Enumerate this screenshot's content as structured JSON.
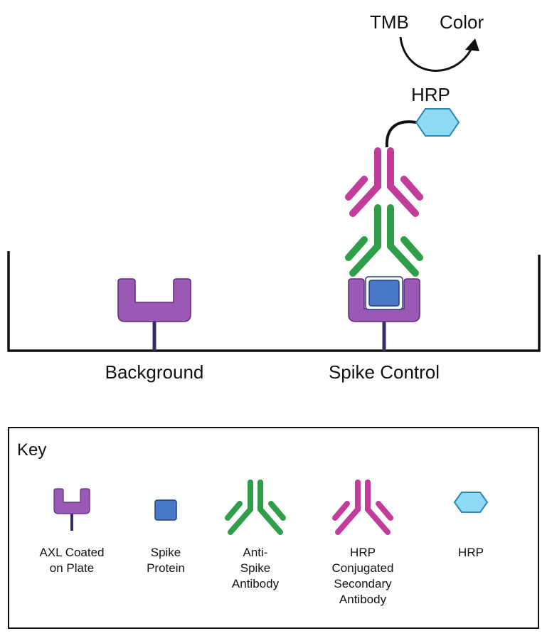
{
  "top_labels": {
    "tmb": "TMB",
    "color": "Color",
    "hrp": "HRP"
  },
  "wells": {
    "background": "Background",
    "spike_control": "Spike Control"
  },
  "key": {
    "title": "Key",
    "items": [
      {
        "lines": [
          "AXL Coated",
          "on Plate"
        ]
      },
      {
        "lines": [
          "Spike",
          "Protein"
        ]
      },
      {
        "lines": [
          "Anti-",
          "Spike",
          "Antibody"
        ]
      },
      {
        "lines": [
          "HRP",
          "Conjugated",
          "Secondary",
          "Antibody"
        ]
      },
      {
        "lines": [
          "HRP"
        ]
      }
    ]
  },
  "colors": {
    "axl_fill": "#9B59B6",
    "axl_stroke": "#5E2C7A",
    "axl_stem": "#3A2A66",
    "spike_fill": "#4A78C8",
    "spike_stroke": "#1F3F7A",
    "anti_spike": "#2E9E48",
    "secondary": "#C13C9B",
    "hrp_fill": "#8FDBF5",
    "hrp_stroke": "#2A87B5",
    "line": "#111111"
  }
}
